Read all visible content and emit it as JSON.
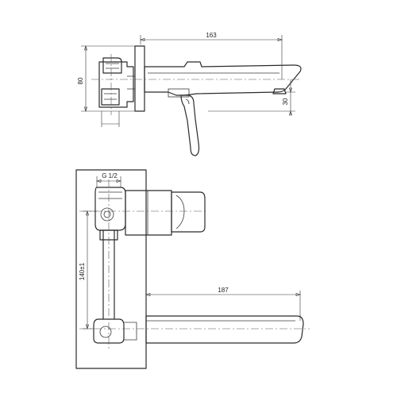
{
  "dimensions": {
    "spout_length_side": "163",
    "plate_height": "80",
    "spout_drop": "30",
    "connection_thread": "G 1/2",
    "connection_spacing": "140±1",
    "spout_length_top": "187"
  }
}
